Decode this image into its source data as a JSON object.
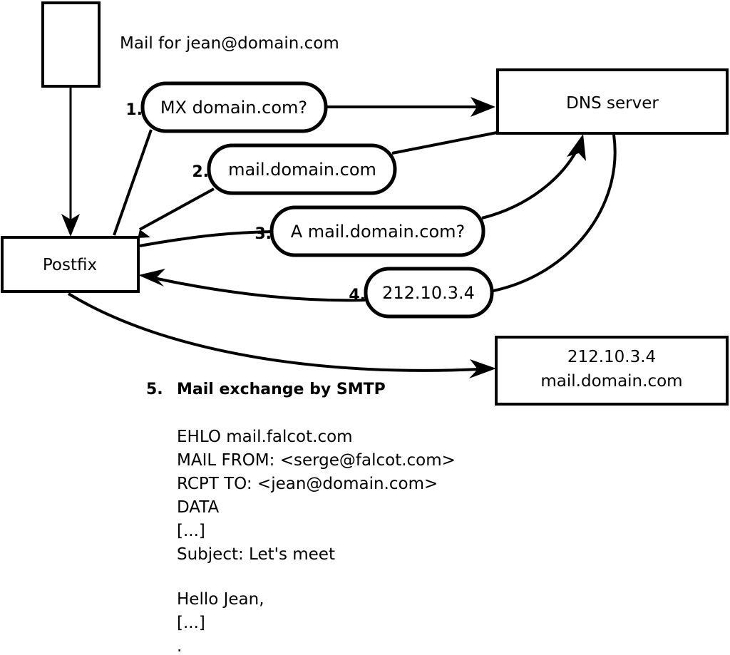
{
  "diagram": {
    "title_note": "Mail for jean@domain.com",
    "nodes": {
      "sender_client": {
        "label": ""
      },
      "postfix": {
        "label": "Postfix"
      },
      "dns_server": {
        "label": "DNS server"
      },
      "target_server_line1": "212.10.3.4",
      "target_server_line2": "mail.domain.com"
    },
    "steps": [
      {
        "num": "1.",
        "message": "MX domain.com?"
      },
      {
        "num": "2.",
        "message": "mail.domain.com"
      },
      {
        "num": "3.",
        "message": "A mail.domain.com?"
      },
      {
        "num": "4.",
        "message": "212.10.3.4"
      }
    ],
    "step5": {
      "num": "5.",
      "title": "Mail exchange by SMTP",
      "transcript": [
        "EHLO mail.falcot.com",
        "MAIL FROM: <serge@falcot.com>",
        "RCPT TO: <jean@domain.com>",
        "DATA",
        "[...]",
        "Subject: Let's meet",
        "",
        "Hello Jean,",
        "[...]",
        "."
      ]
    },
    "colors": {
      "stroke": "#000000",
      "fill": "#ffffff"
    }
  }
}
